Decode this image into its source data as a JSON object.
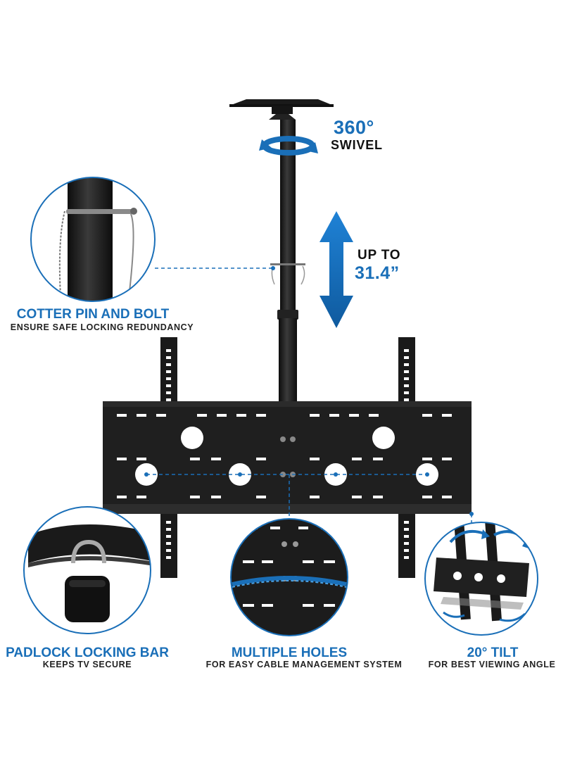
{
  "swivel": {
    "value": "360°",
    "label": "SWIVEL"
  },
  "extension": {
    "line1": "UP TO",
    "line2": "31.4”"
  },
  "features": [
    {
      "title": "COTTER PIN AND BOLT",
      "subtitle": "ENSURE SAFE LOCKING REDUNDANCY"
    },
    {
      "title": "PADLOCK LOCKING BAR",
      "subtitle": "KEEPS TV SECURE"
    },
    {
      "title": "MULTIPLE HOLES",
      "subtitle": "FOR EASY CABLE MANAGEMENT SYSTEM"
    },
    {
      "title": "20° TILT",
      "subtitle": "FOR BEST VIEWING ANGLE"
    }
  ],
  "colors": {
    "accent": "#1a6fb8",
    "metal": "#1c1c1c",
    "text": "#111111"
  }
}
